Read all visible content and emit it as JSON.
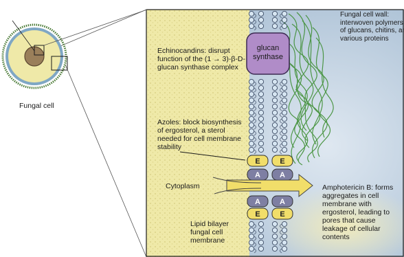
{
  "labels": {
    "fungal_cell": "Fungal cell",
    "cell_wall": "Fungal cell wall:\ninterwoven polymers\nof glucans, chitins, and\nvarious proteins",
    "echinocandins": "Echinocandins: disrupt\nfunction of the (1 → 3)-β-D-\nglucan synthase complex",
    "azoles": "Azoles: block biosynthesis\nof ergosterol, a sterol\nneeded for cell membrane\nstability",
    "cytoplasm": "Cytoplasm",
    "amphotericin": "Amphotericin B: forms\naggregates in cell\nmembrane with\nergosterol, leading to\npores that cause\nleakage of cellular\ncontents",
    "lipid_bilayer": "Lipid bilayer\nfungal cell\nmembrane"
  },
  "enzyme": {
    "name": "glucan\nsynthase"
  },
  "molecules": {
    "ergosterol": "E",
    "amphotericin": "A"
  },
  "colors": {
    "cytoplasm": "#efe9a8",
    "glucan_synthase": "#b08cc8",
    "ergosterol": "#f1de6a",
    "amphotericin": "#7e7fa3",
    "cell_wall_fibers": "#3f8f35",
    "arrow": "#f1de6a",
    "background_blue": "#c9d8e6"
  }
}
